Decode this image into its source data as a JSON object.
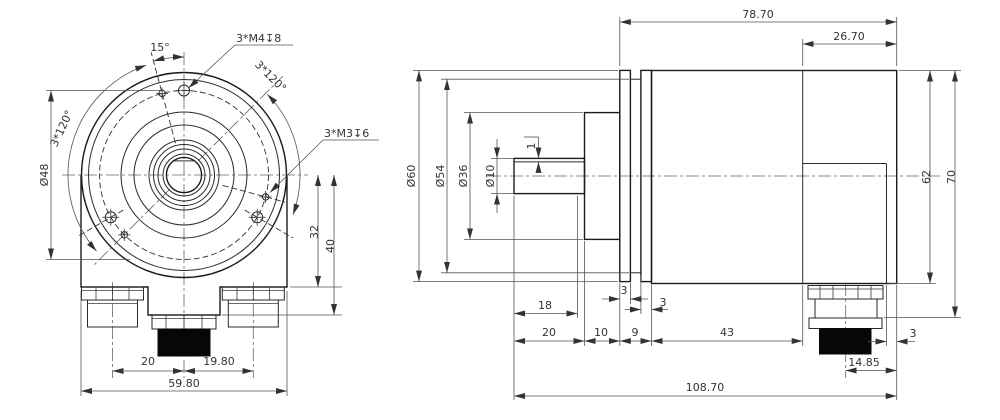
{
  "drawing": {
    "kind": "encoder-dimension-drawing",
    "views": [
      "front",
      "side"
    ]
  },
  "front": {
    "dim_15deg": "15°",
    "thread_m4": "3*M4↧8",
    "thread_m3": "3*M3↧6",
    "pattern_left": "3*120°",
    "pattern_right": "3*120°",
    "dia_48": "Ø48",
    "dim_32": "32",
    "dim_40": "40",
    "dim_20": "20",
    "dim_19_80": "19.80",
    "dim_59_80": "59.80"
  },
  "side": {
    "dia_60": "Ø60",
    "dia_54": "Ø54",
    "dia_36": "Ø36",
    "dia_10": "Ø10",
    "dim_flat_depth": "1",
    "dim_78_70": "78.70",
    "dim_26_70": "26.70",
    "dim_62": "62",
    "dim_70": "70",
    "dim_18": "18",
    "dim_20": "20",
    "dim_10": "10",
    "dim_9": "9",
    "dim_43": "43",
    "dim_3_front_flange": "3",
    "dim_3_rear_flange": "3",
    "dim_3_wall": "3",
    "dim_14_85": "14.85",
    "dim_108_70": "108.70"
  },
  "colors": {
    "line": "#1c1c1c",
    "dimension": "#555555",
    "background": "#ffffff",
    "connector_fill": "#070707"
  }
}
